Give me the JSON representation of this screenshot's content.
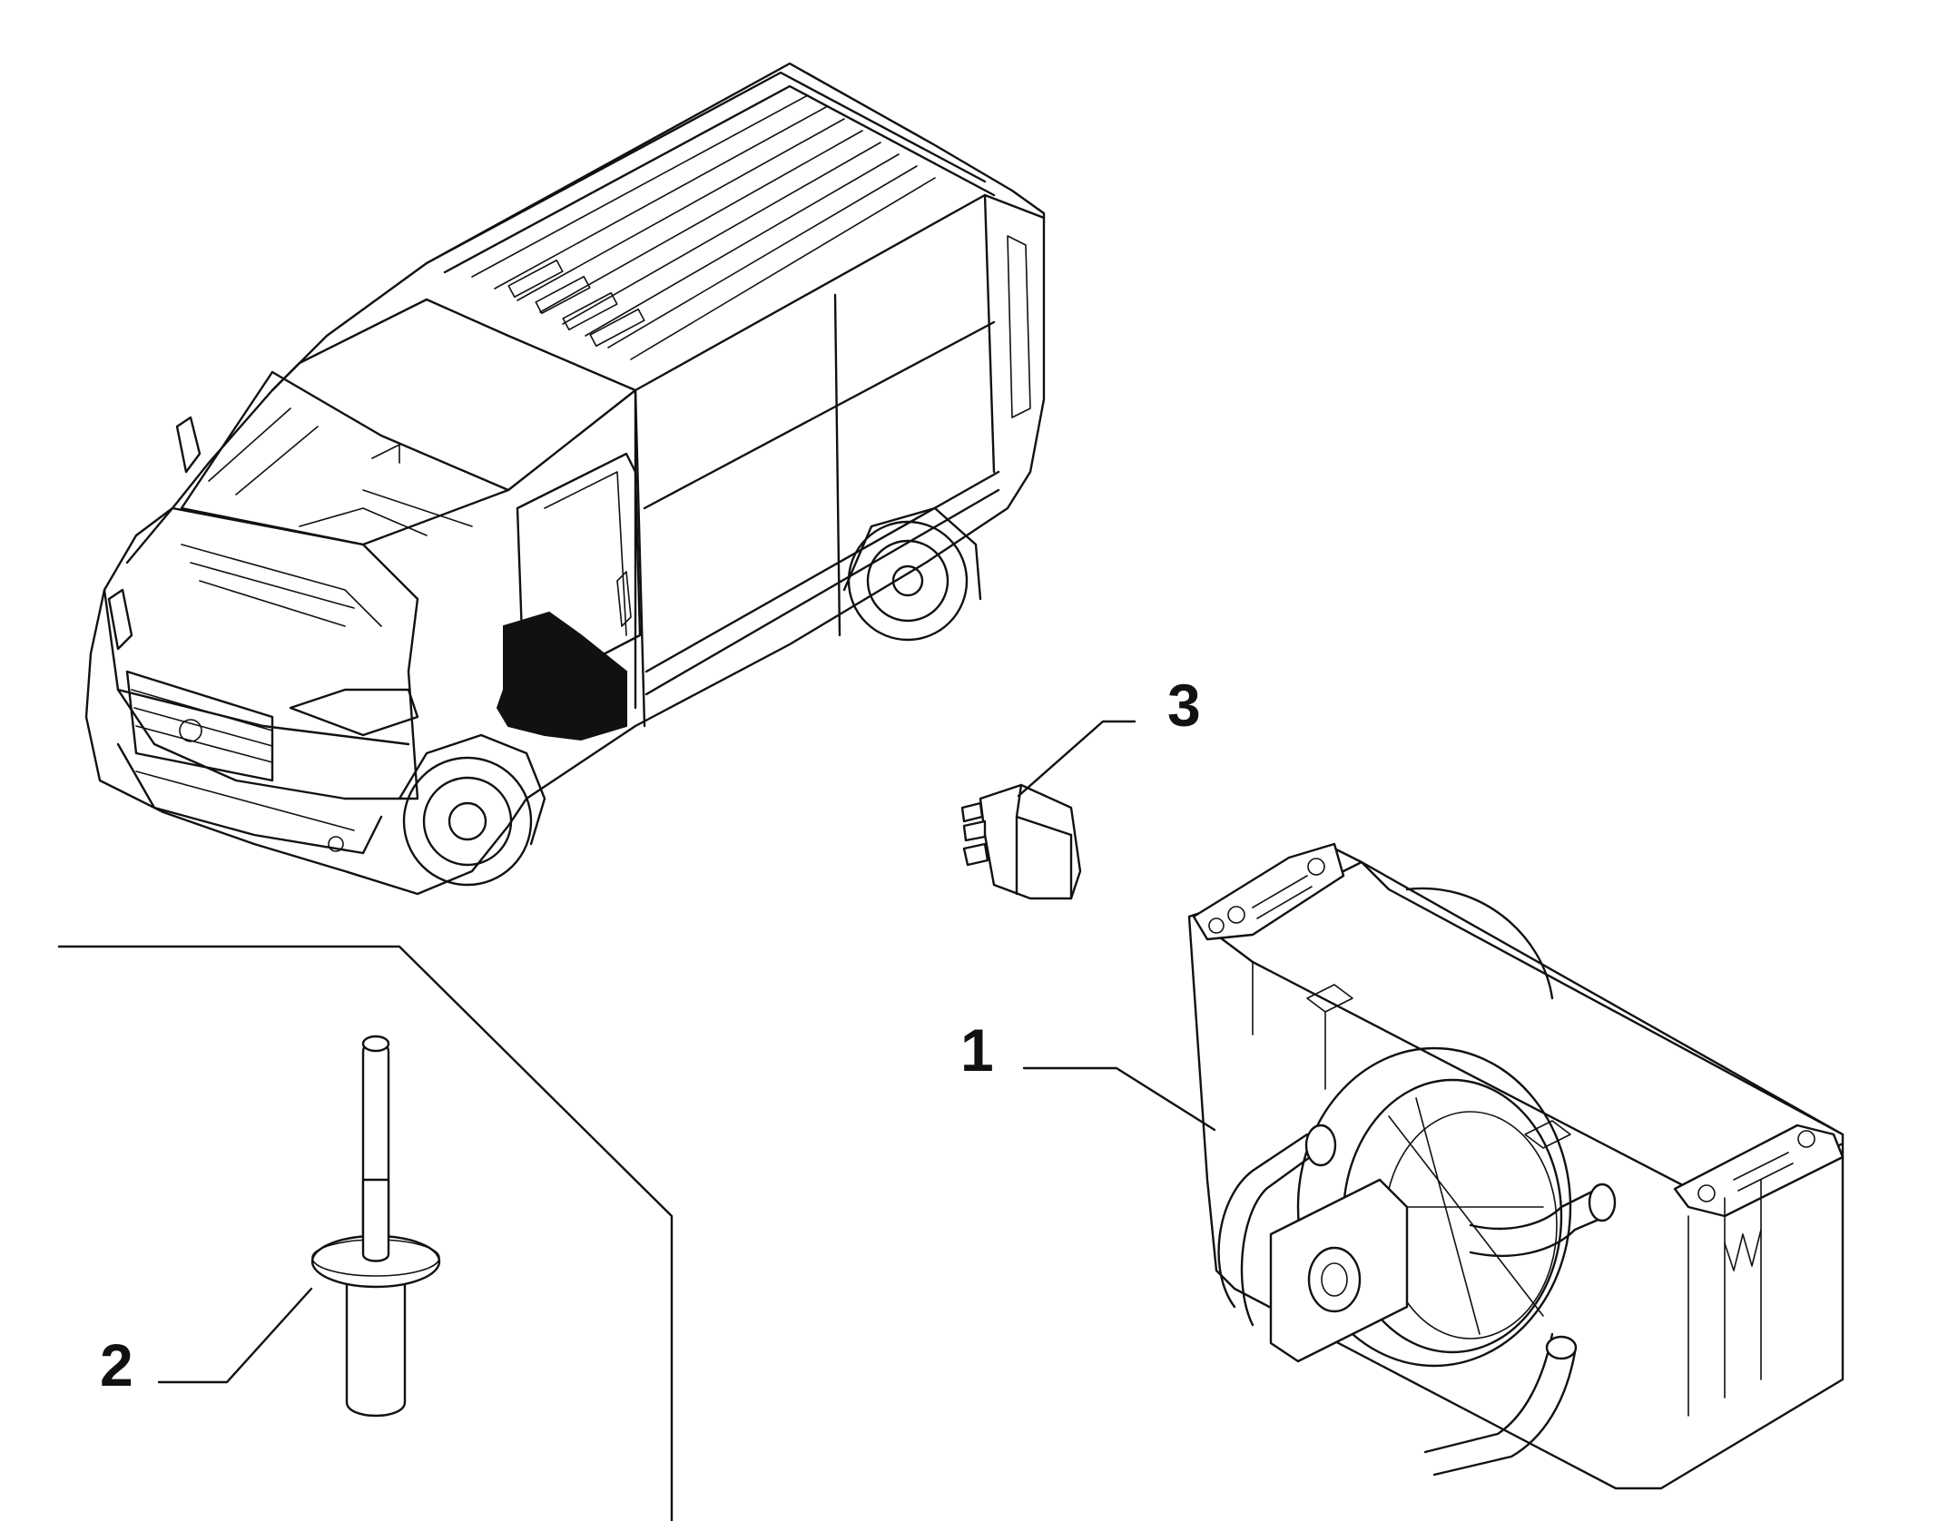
{
  "callouts": [
    {
      "id": "1",
      "label": "1"
    },
    {
      "id": "2",
      "label": "2"
    },
    {
      "id": "3",
      "label": "3"
    }
  ],
  "colors": {
    "line": "#111111",
    "background": "#ffffff",
    "highlight": "#111111"
  }
}
